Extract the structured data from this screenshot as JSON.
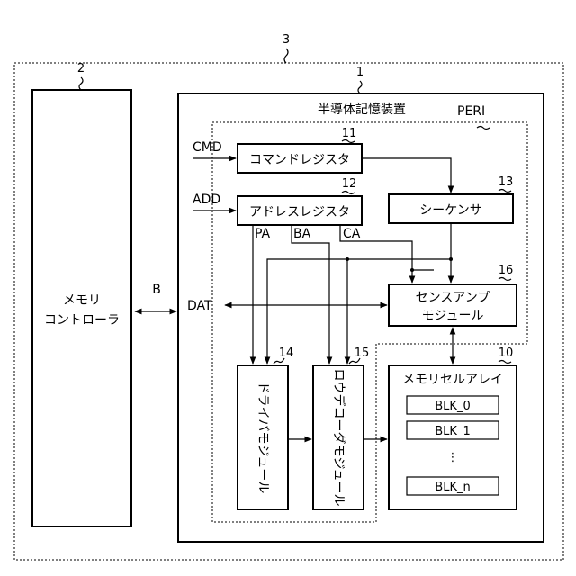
{
  "refs": {
    "system": "3",
    "controller": "2",
    "device": "1",
    "cmd_reg": "11",
    "addr_reg": "12",
    "sequencer": "13",
    "driver": "14",
    "row_decoder": "15",
    "sense_amp": "16",
    "memory_array": "10"
  },
  "labels": {
    "controller_line1": "メモリ",
    "controller_line2": "コントローラ",
    "bus": "B",
    "device_title": "半導体記憶装置",
    "peri": "PERI",
    "cmd": "CMD",
    "add": "ADD",
    "dat": "DAT",
    "cmd_reg": "コマンドレジスタ",
    "addr_reg": "アドレスレジスタ",
    "sequencer": "シーケンサ",
    "pa": "PA",
    "ba": "BA",
    "ca": "CA",
    "sense_amp_line1": "センスアンプ",
    "sense_amp_line2": "モジュール",
    "driver_text": "ドライバモジュール",
    "row_decoder_text": "ロウデコーダモジュール",
    "memory_array": "メモリセルアレイ",
    "blocks": [
      "BLK_0",
      "BLK_1",
      "⋮",
      "BLK_n"
    ]
  }
}
